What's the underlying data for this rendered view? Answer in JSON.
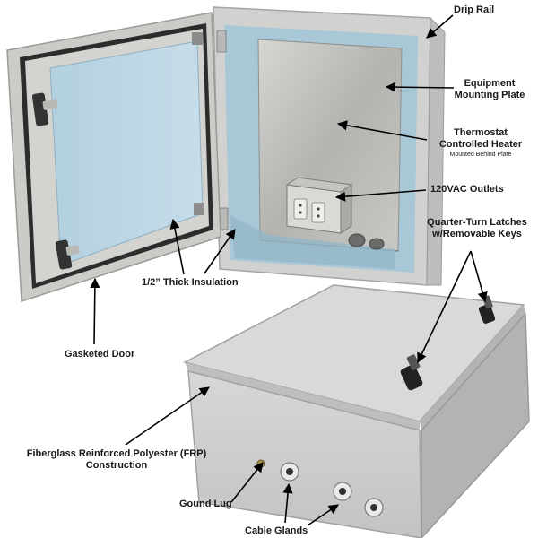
{
  "callouts": {
    "drip_rail": "Drip Rail",
    "equipment_plate": [
      "Equipment",
      "Mounting Plate"
    ],
    "heater": [
      "Thermostat",
      "Controlled Heater"
    ],
    "heater_note": "Mounted Behind Plate",
    "outlets": "120VAC Outlets",
    "latches": [
      "Quarter-Turn Latches",
      "w/Removable Keys"
    ],
    "insulation": "1/2” Thick Insulation",
    "gasketed_door": "Gasketed Door",
    "frp": [
      "Fiberglass Reinforced Polyester (FRP)",
      "Construction"
    ],
    "ground_lug": "Gound Lug",
    "cable_glands": "Cable Glands"
  },
  "colors": {
    "enclosure_gray": "#cfcfcd",
    "insulation_blue": "#a9c8d8",
    "steel_plate": "#b8b8b4",
    "arrow": "#000000"
  }
}
